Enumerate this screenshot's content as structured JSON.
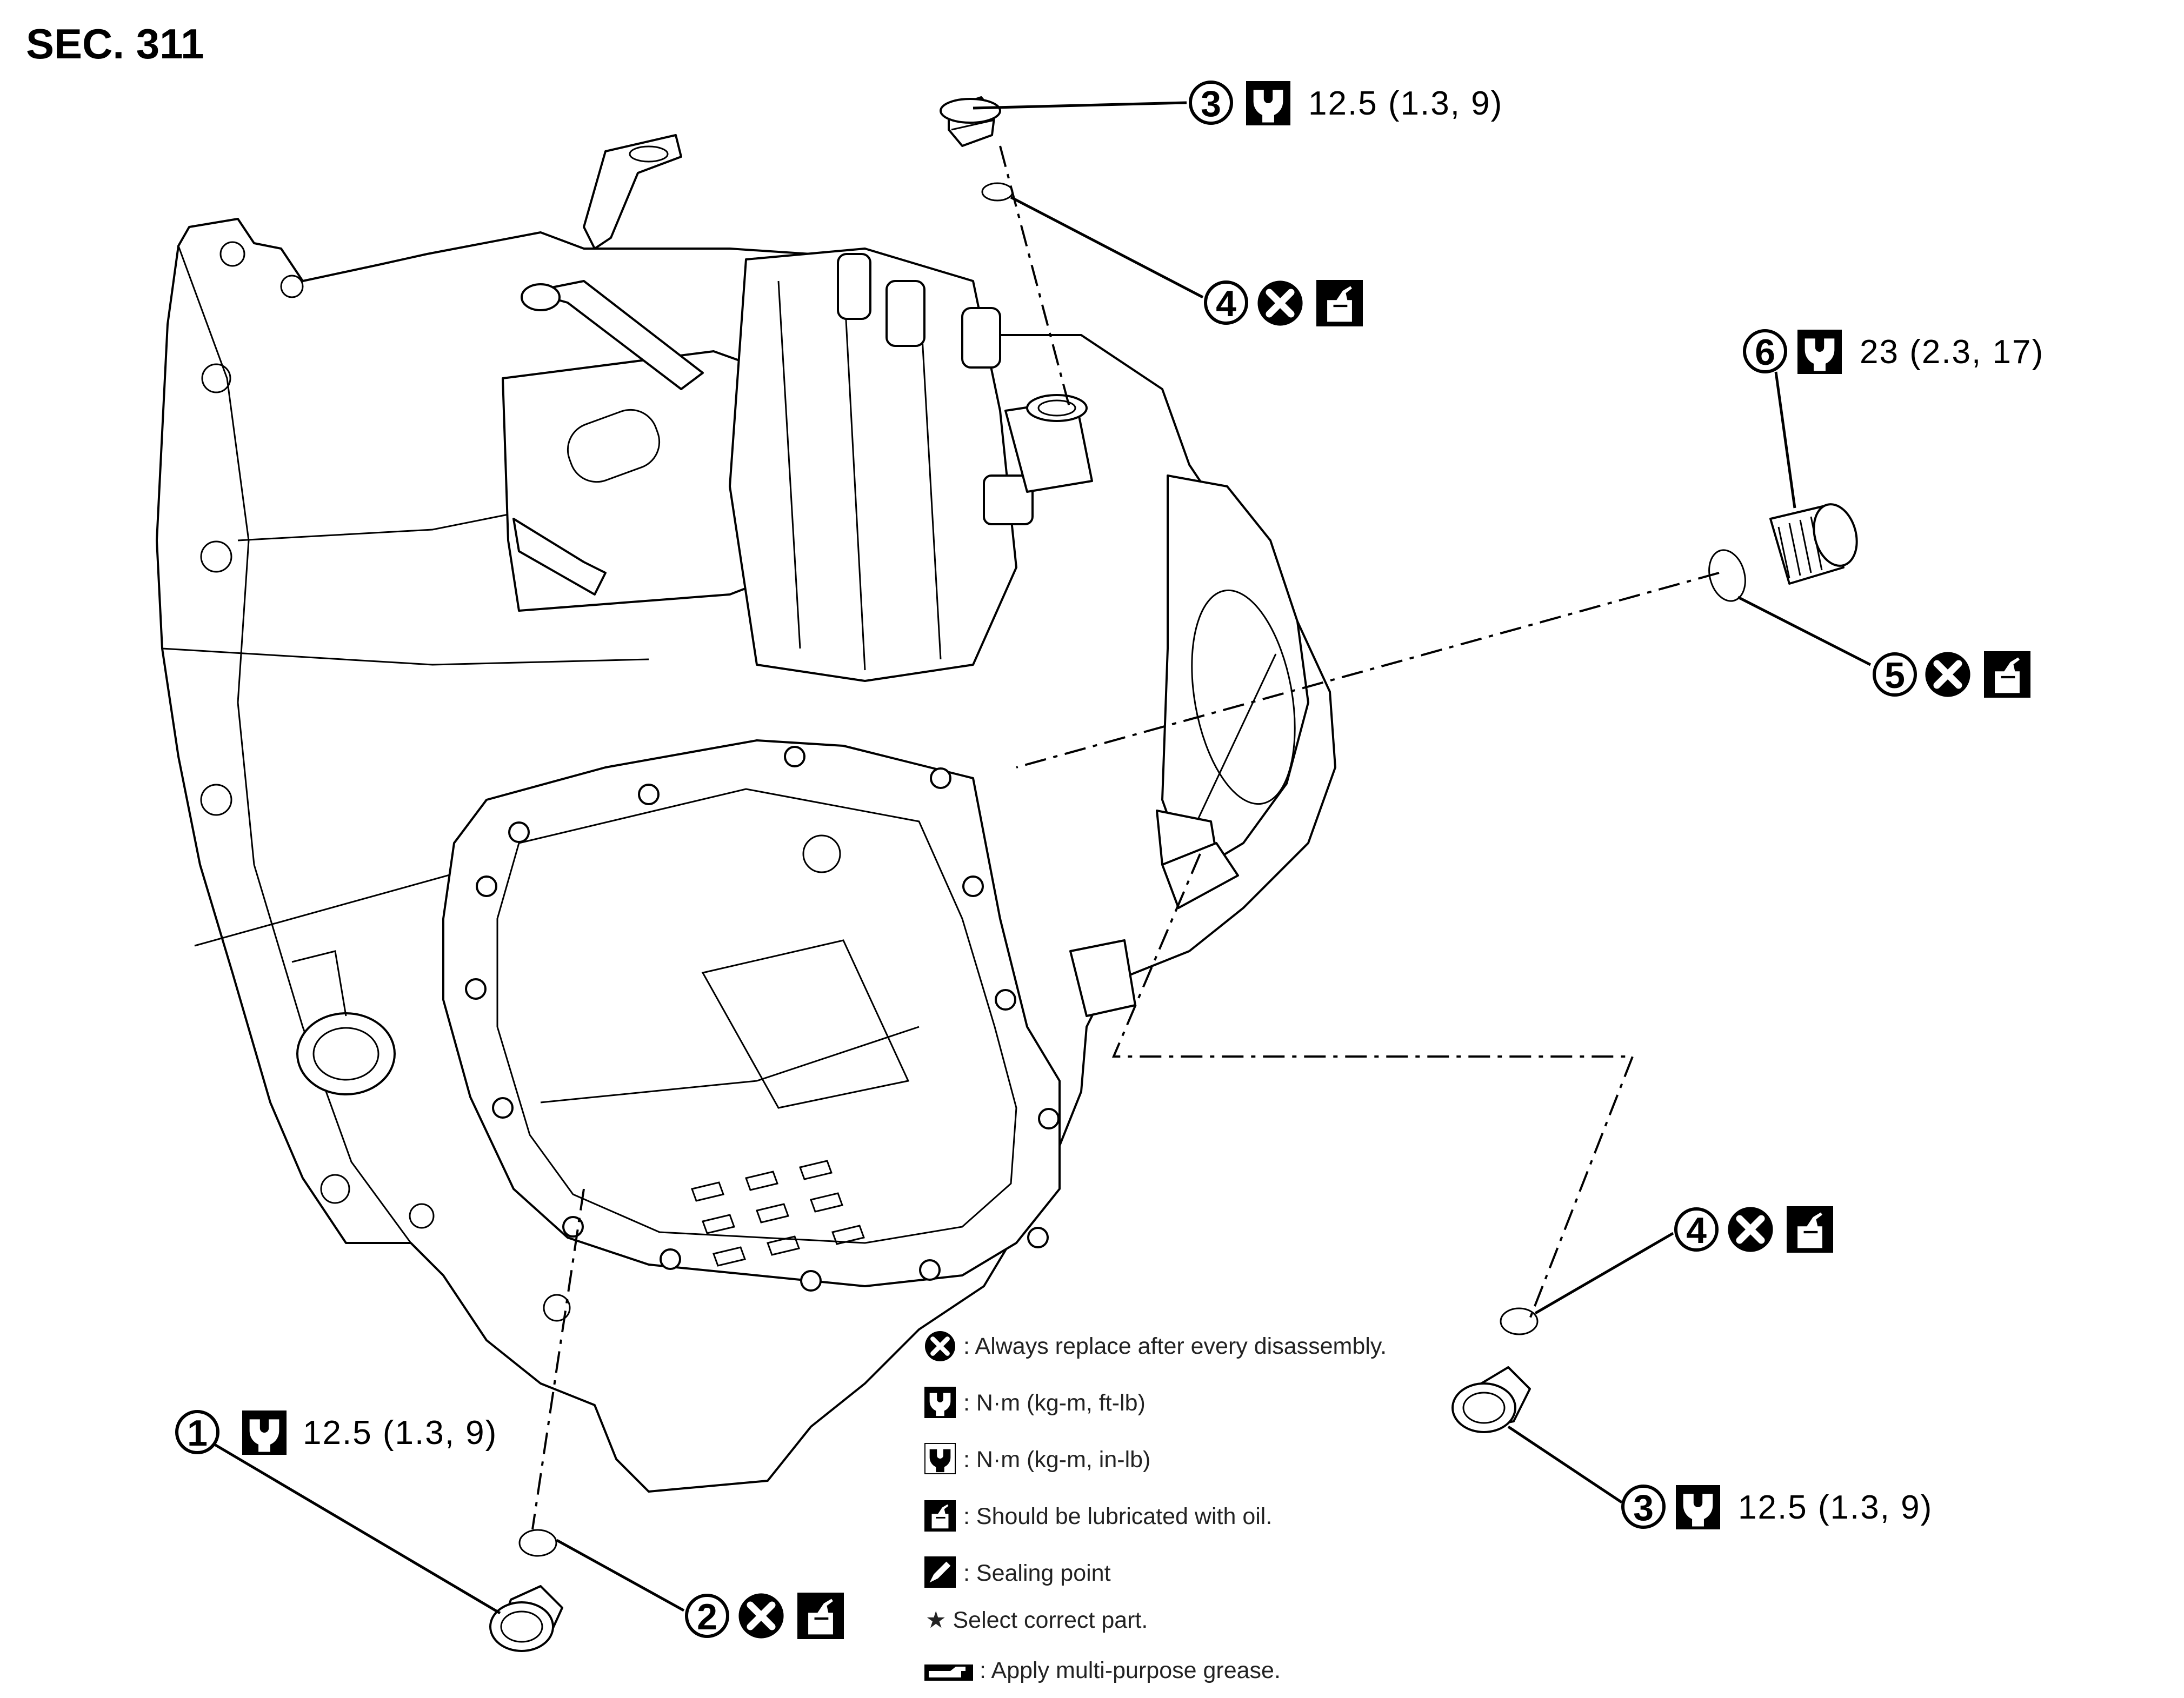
{
  "section": "SEC. 311",
  "callouts": [
    {
      "id": "c1",
      "num": "1",
      "torque": "12.5 (1.3, 9)",
      "symbols": [
        "torque-ft-lb"
      ]
    },
    {
      "id": "c2",
      "num": "2",
      "torque": "",
      "symbols": [
        "always-replace",
        "lubricate-oil"
      ]
    },
    {
      "id": "c3a",
      "num": "3",
      "torque": "12.5 (1.3, 9)",
      "symbols": [
        "torque-ft-lb"
      ]
    },
    {
      "id": "c3b",
      "num": "3",
      "torque": "12.5 (1.3, 9)",
      "symbols": [
        "torque-ft-lb"
      ]
    },
    {
      "id": "c4a",
      "num": "4",
      "torque": "",
      "symbols": [
        "always-replace",
        "lubricate-oil"
      ]
    },
    {
      "id": "c4b",
      "num": "4",
      "torque": "",
      "symbols": [
        "always-replace",
        "lubricate-oil"
      ]
    },
    {
      "id": "c5",
      "num": "5",
      "torque": "",
      "symbols": [
        "always-replace",
        "lubricate-oil"
      ]
    },
    {
      "id": "c6",
      "num": "6",
      "torque": "23 (2.3, 17)",
      "symbols": [
        "torque-ft-lb"
      ]
    }
  ],
  "legend": [
    {
      "icon": "always-replace",
      "text": ": Always replace after every disassembly."
    },
    {
      "icon": "torque-ft-lb",
      "text": ": N·m (kg-m, ft-lb)"
    },
    {
      "icon": "torque-in-lb",
      "text": ": N·m (kg-m, in-lb)"
    },
    {
      "icon": "lubricate-oil",
      "text": ": Should be lubricated with oil."
    },
    {
      "icon": "sealing-point",
      "text": ": Sealing point"
    },
    {
      "icon": "star",
      "text": "★ Select correct part."
    },
    {
      "icon": "grease",
      "text": ": Apply multi-purpose grease."
    }
  ],
  "colors": {
    "ink": "#000000",
    "paper": "#ffffff",
    "legend_text": "#222222"
  }
}
